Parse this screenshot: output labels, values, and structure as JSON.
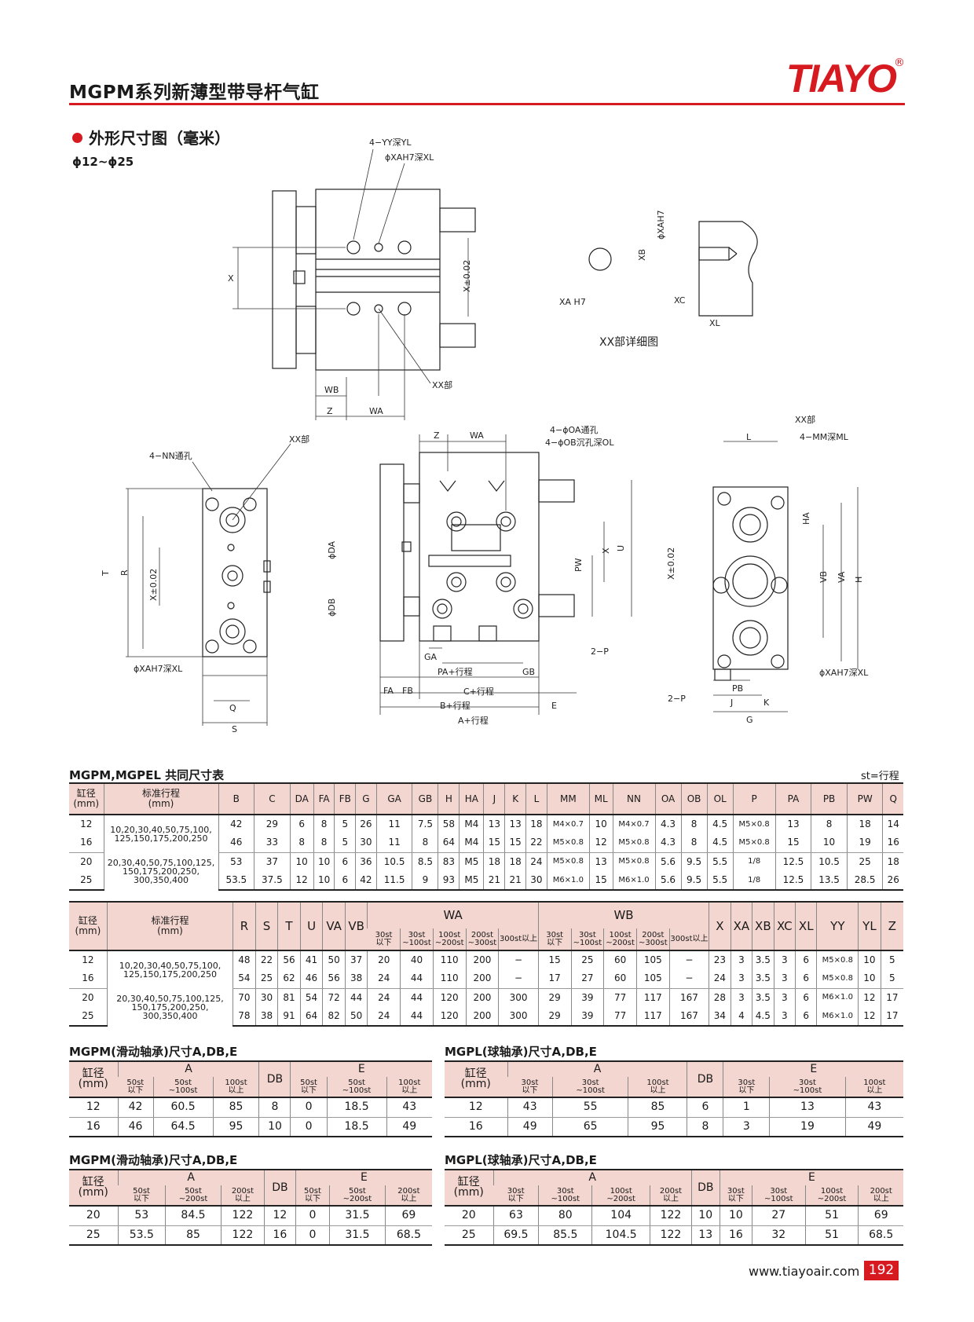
{
  "header": {
    "title": "MGPM系列新薄型带导杆气缸",
    "brand": "TIAYO",
    "reg": "®"
  },
  "section_title": "外形尺寸图（毫米）",
  "size_range": "ϕ12~ϕ25",
  "drawing_labels": {
    "yy": "4−YY深YL",
    "xah7xl_top": "ϕXAH7深XL",
    "x": "X",
    "x_tol": "X±0.02",
    "wb": "WB",
    "z": "Z",
    "wa": "WA",
    "xx_part": "XX部",
    "xa_h7": "XA H7",
    "xb": "XB",
    "xah7": "ϕXAH7",
    "xc": "XC",
    "xl": "XL",
    "detail_caption": "XX部详细图",
    "nn": "4−NN通孔",
    "t": "T",
    "r": "R",
    "q": "Q",
    "s": "S",
    "xah7xl": "ϕXAH7深XL",
    "oa": "4−ϕOA通孔",
    "ob": "4−ϕOB沉孔深OL",
    "da": "ϕDA",
    "db": "ϕDB",
    "pw": "PW",
    "u": "U",
    "ga": "GA",
    "pa": "PA+行程",
    "gb": "GB",
    "p2": "2−P",
    "fa": "FA",
    "fb": "FB",
    "c": "C+行程",
    "b": "B+行程",
    "a": "A+行程",
    "e": "E",
    "l": "L",
    "mm": "4−MM深ML",
    "ha": "HA",
    "vb": "VB",
    "va": "VA",
    "h": "H",
    "pb": "PB",
    "j": "J",
    "k": "K",
    "g": "G"
  },
  "table1": {
    "caption": "MGPM,MGPEL 共同尺寸表",
    "note": "st=行程",
    "h_bore": "缸径",
    "h_bore_unit": "(mm)",
    "h_stroke": "标准行程",
    "h_stroke_unit": "(mm)",
    "cols": [
      "B",
      "C",
      "DA",
      "FA",
      "FB",
      "G",
      "GA",
      "GB",
      "H",
      "HA",
      "J",
      "K",
      "L",
      "MM",
      "ML",
      "NN",
      "OA",
      "OB",
      "OL",
      "P",
      "PA",
      "PB",
      "PW",
      "Q"
    ],
    "stroke_a": "10,20,30,40,50,75,100,",
    "stroke_b": "125,150,175,200,250",
    "stroke_c": "20,30,40,50,75,100,125,",
    "stroke_d": "150,175,200,250,",
    "stroke_e": "300,350,400",
    "rows": [
      {
        "bore": "12",
        "v": [
          "42",
          "29",
          "6",
          "8",
          "5",
          "26",
          "11",
          "7.5",
          "58",
          "M4",
          "13",
          "13",
          "18",
          "M4×0.7",
          "10",
          "M4×0.7",
          "4.3",
          "8",
          "4.5",
          "M5×0.8",
          "13",
          "8",
          "18",
          "14"
        ]
      },
      {
        "bore": "16",
        "v": [
          "46",
          "33",
          "8",
          "8",
          "5",
          "30",
          "11",
          "8",
          "64",
          "M4",
          "15",
          "15",
          "22",
          "M5×0.8",
          "12",
          "M5×0.8",
          "4.3",
          "8",
          "4.5",
          "M5×0.8",
          "15",
          "10",
          "19",
          "16"
        ]
      },
      {
        "bore": "20",
        "v": [
          "53",
          "37",
          "10",
          "10",
          "6",
          "36",
          "10.5",
          "8.5",
          "83",
          "M5",
          "18",
          "18",
          "24",
          "M5×0.8",
          "13",
          "M5×0.8",
          "5.6",
          "9.5",
          "5.5",
          "1/8",
          "12.5",
          "10.5",
          "25",
          "18"
        ]
      },
      {
        "bore": "25",
        "v": [
          "53.5",
          "37.5",
          "12",
          "10",
          "6",
          "42",
          "11.5",
          "9",
          "93",
          "M5",
          "21",
          "21",
          "30",
          "M6×1.0",
          "15",
          "M6×1.0",
          "5.6",
          "9.5",
          "5.5",
          "1/8",
          "12.5",
          "13.5",
          "28.5",
          "26"
        ]
      }
    ]
  },
  "table2": {
    "h_bore": "缸径",
    "h_bore_unit": "(mm)",
    "h_stroke": "标准行程",
    "h_stroke_unit": "(mm)",
    "cols_a": [
      "R",
      "S",
      "T",
      "U",
      "VA",
      "VB"
    ],
    "wa": "WA",
    "wb": "WB",
    "cols_b": [
      "X",
      "XA",
      "XB",
      "XC",
      "XL",
      "YY",
      "YL",
      "Z"
    ],
    "sub": [
      [
        "30st",
        "以下"
      ],
      [
        "30st",
        "~100st"
      ],
      [
        "100st",
        "~200st"
      ],
      [
        "200st",
        "~300st"
      ]
    ],
    "sub5": "300st以上",
    "stroke_a": "10,20,30,40,50,75,100,",
    "stroke_b": "125,150,175,200,250",
    "stroke_c": "20,30,40,50,75,100,125,",
    "stroke_d": "150,175,200,250,",
    "stroke_e": "300,350,400",
    "rows": [
      {
        "bore": "12",
        "v": [
          "48",
          "22",
          "56",
          "41",
          "50",
          "37"
        ],
        "wa": [
          "20",
          "40",
          "110",
          "200",
          "−"
        ],
        "wb": [
          "15",
          "25",
          "60",
          "105",
          "−"
        ],
        "w": [
          "23",
          "3",
          "3.5",
          "3",
          "6",
          "M5×0.8",
          "10",
          "5"
        ]
      },
      {
        "bore": "16",
        "v": [
          "54",
          "25",
          "62",
          "46",
          "56",
          "38"
        ],
        "wa": [
          "24",
          "44",
          "110",
          "200",
          "−"
        ],
        "wb": [
          "17",
          "27",
          "60",
          "105",
          "−"
        ],
        "w": [
          "24",
          "3",
          "3.5",
          "3",
          "6",
          "M5×0.8",
          "10",
          "5"
        ]
      },
      {
        "bore": "20",
        "v": [
          "70",
          "30",
          "81",
          "54",
          "72",
          "44"
        ],
        "wa": [
          "24",
          "44",
          "120",
          "200",
          "300"
        ],
        "wb": [
          "29",
          "39",
          "77",
          "117",
          "167"
        ],
        "w": [
          "28",
          "3",
          "3.5",
          "3",
          "6",
          "M6×1.0",
          "12",
          "17"
        ]
      },
      {
        "bore": "25",
        "v": [
          "78",
          "38",
          "91",
          "64",
          "82",
          "50"
        ],
        "wa": [
          "24",
          "44",
          "120",
          "200",
          "300"
        ],
        "wb": [
          "29",
          "39",
          "77",
          "117",
          "167"
        ],
        "w": [
          "34",
          "4",
          "4.5",
          "3",
          "6",
          "M6×1.0",
          "12",
          "17"
        ]
      }
    ]
  },
  "t3": {
    "caption": "MGPM(滑动轴承)尺寸A,DB,E",
    "h_bore": "缸径",
    "h_unit": "(mm)",
    "a": "A",
    "db": "DB",
    "e": "E",
    "sub": [
      [
        "50st",
        "以下"
      ],
      [
        "50st",
        "~100st"
      ],
      [
        "100st",
        "以上"
      ]
    ],
    "rows": [
      {
        "bore": "12",
        "a": [
          "42",
          "60.5",
          "85"
        ],
        "db": "8",
        "e": [
          "0",
          "18.5",
          "43"
        ]
      },
      {
        "bore": "16",
        "a": [
          "46",
          "64.5",
          "95"
        ],
        "db": "10",
        "e": [
          "0",
          "18.5",
          "49"
        ]
      }
    ]
  },
  "t4": {
    "caption": "MGPL(球轴承)尺寸A,DB,E",
    "h_bore": "缸径",
    "h_unit": "(mm)",
    "a": "A",
    "db": "DB",
    "e": "E",
    "sub": [
      [
        "30st",
        "以下"
      ],
      [
        "30st",
        "~100st"
      ],
      [
        "100st",
        "以上"
      ]
    ],
    "rows": [
      {
        "bore": "12",
        "a": [
          "43",
          "55",
          "85"
        ],
        "db": "6",
        "e": [
          "1",
          "13",
          "43"
        ]
      },
      {
        "bore": "16",
        "a": [
          "49",
          "65",
          "95"
        ],
        "db": "8",
        "e": [
          "3",
          "19",
          "49"
        ]
      }
    ]
  },
  "t5": {
    "caption": "MGPM(滑动轴承)尺寸A,DB,E",
    "h_bore": "缸径",
    "h_unit": "(mm)",
    "a": "A",
    "db": "DB",
    "e": "E",
    "sub": [
      [
        "50st",
        "以下"
      ],
      [
        "50st",
        "~200st"
      ],
      [
        "200st",
        "以上"
      ]
    ],
    "rows": [
      {
        "bore": "20",
        "a": [
          "53",
          "84.5",
          "122"
        ],
        "db": "12",
        "e": [
          "0",
          "31.5",
          "69"
        ]
      },
      {
        "bore": "25",
        "a": [
          "53.5",
          "85",
          "122"
        ],
        "db": "16",
        "e": [
          "0",
          "31.5",
          "68.5"
        ]
      }
    ]
  },
  "t6": {
    "caption": "MGPL(球轴承)尺寸A,DB,E",
    "h_bore": "缸径",
    "h_unit": "(mm)",
    "a": "A",
    "db": "DB",
    "e": "E",
    "sub": [
      [
        "30st",
        "以下"
      ],
      [
        "30st",
        "~100st"
      ],
      [
        "100st",
        "~200st"
      ],
      [
        "200st",
        "以上"
      ]
    ],
    "rows": [
      {
        "bore": "20",
        "a": [
          "63",
          "80",
          "104",
          "122"
        ],
        "db": "10",
        "e": [
          "10",
          "27",
          "51",
          "69"
        ]
      },
      {
        "bore": "25",
        "a": [
          "69.5",
          "85.5",
          "104.5",
          "122"
        ],
        "db": "13",
        "e": [
          "16",
          "32",
          "51",
          "68.5"
        ]
      }
    ]
  },
  "footer": {
    "url": "www.tiayoair.com",
    "page": "192"
  }
}
